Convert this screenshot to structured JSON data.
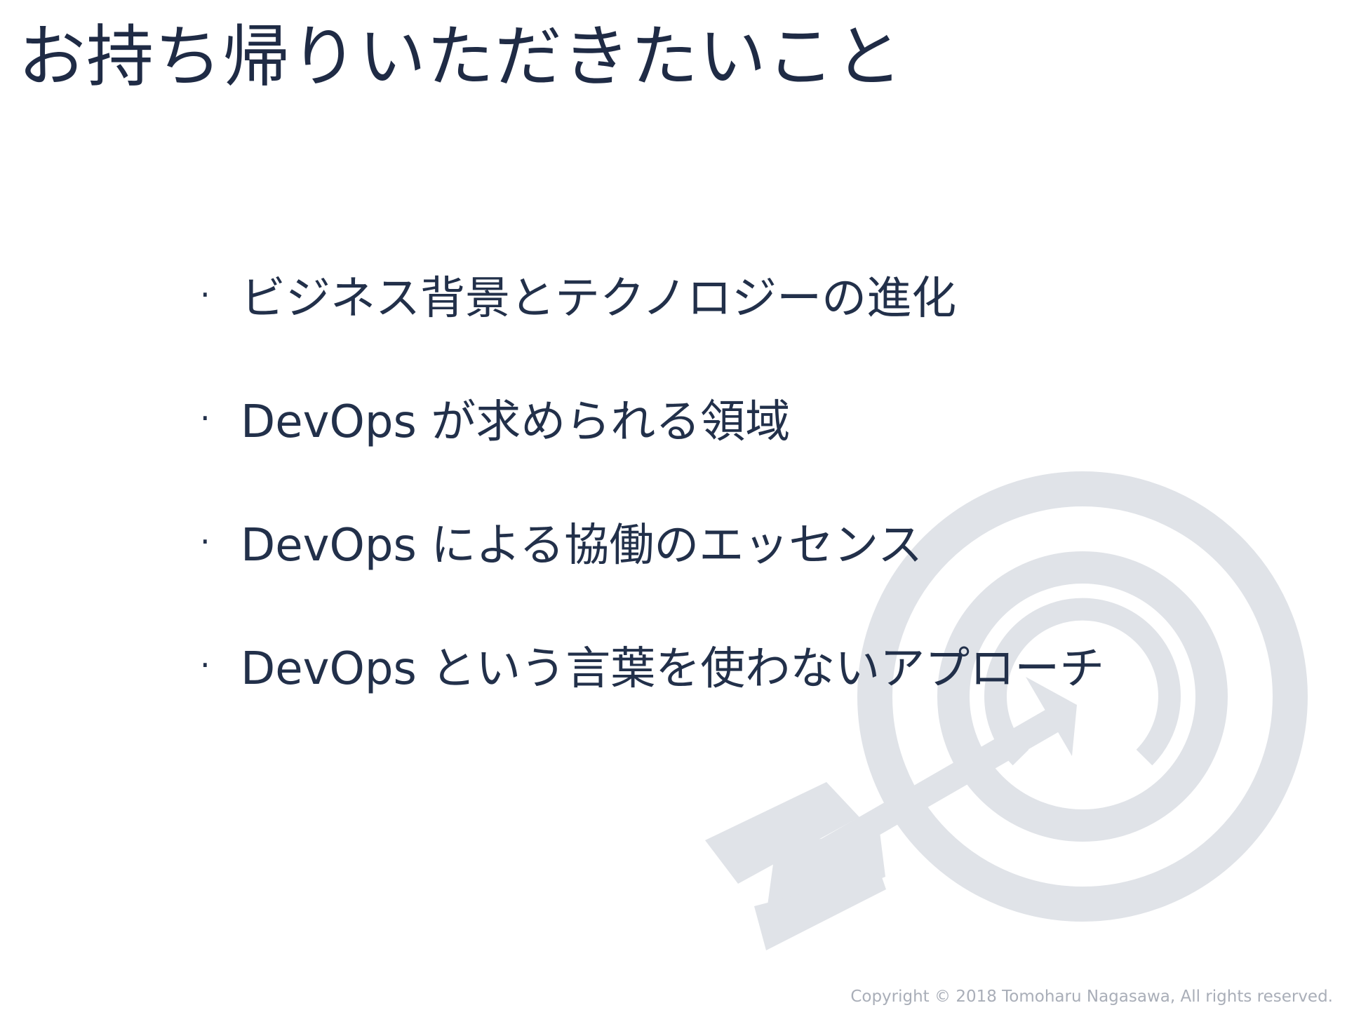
{
  "slide": {
    "title": "お持ち帰りいただきたいこと",
    "bullet_marker": "·",
    "bullets": [
      "ビジネス背景とテクノロジーの進化",
      "DevOps が求められる領域",
      "DevOps による協働のエッセンス",
      "DevOps という言葉を使わないアプローチ"
    ],
    "copyright": "Copyright © 2018 Tomoharu Nagasawa, All rights reserved."
  },
  "graphic": {
    "icon": "target-arrow-icon",
    "color": "#e0e3e8"
  }
}
